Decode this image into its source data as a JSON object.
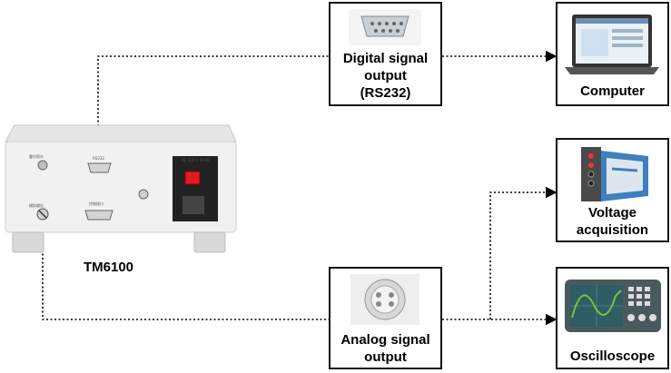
{
  "device": {
    "name": "TM6100",
    "panel": {
      "top_left_label": "霍尔探头",
      "bottom_left_label": "模拟输出",
      "rs_label": "RS232",
      "control_label": "控制接口",
      "power_label": "AC 220 V 50 Hz"
    }
  },
  "nodes": {
    "digital": {
      "line1": "Digital signal",
      "line2": "output",
      "line3": "(RS232)"
    },
    "analog": {
      "line1": "Analog signal",
      "line2": "output"
    },
    "computer": {
      "label": "Computer"
    },
    "voltage": {
      "line1": "Voltage",
      "line2": "acquisition"
    },
    "oscilloscope": {
      "label": "Oscilloscope"
    }
  },
  "colors": {
    "border": "#111111",
    "device_body": "#f1f1f1",
    "power_switch": "#e01b24",
    "screen_green": "#7fbf3f",
    "screen_bg": "#2e5d63"
  }
}
